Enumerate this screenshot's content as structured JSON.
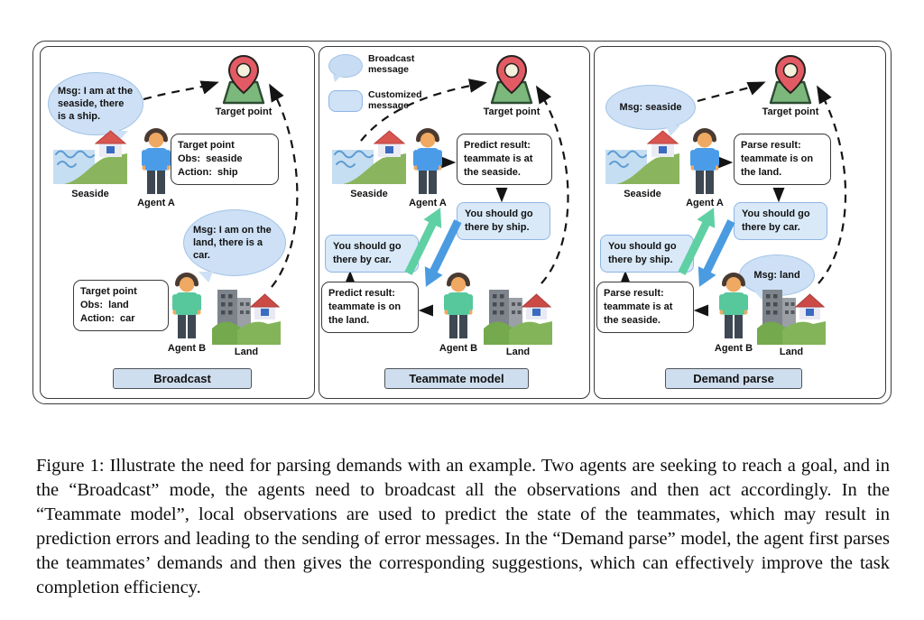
{
  "figure": {
    "common": {
      "target_label": "Target point",
      "seaside_label": "Seaside",
      "agent_a_label": "Agent A",
      "agent_b_label": "Agent B",
      "land_label": "Land"
    },
    "legend": {
      "broadcast": "Broadcast message",
      "customized": "Customized message"
    },
    "broadcast": {
      "title": "Broadcast",
      "bubble_a": "Msg: I am at the seaside, there is a ship.",
      "bubble_b": "Msg: I am on the land, there is a car.",
      "obs_a": {
        "l1": "Target point",
        "l2": "Obs:  seaside",
        "l3": "Action:  ship"
      },
      "obs_b": {
        "l1": "Target point",
        "l2": "Obs:  land",
        "l3": "Action:  car"
      }
    },
    "teammate": {
      "title": "Teammate model",
      "predict_a": "Predict result: teammate is at the seaside.",
      "msg_to_b": "You should go there by ship.",
      "msg_to_a": "You should go there by car.",
      "predict_b": "Predict result: teammate is on the land."
    },
    "demand": {
      "title": "Demand parse",
      "bubble_a": "Msg: seaside",
      "bubble_b": "Msg: land",
      "parse_a": "Parse result: teammate is on the land.",
      "msg_to_b": "You should go there by car.",
      "msg_to_a": "You should go there by ship.",
      "parse_b": "Parse result: teammate is at the seaside."
    },
    "colors": {
      "broadcast_bubble": "#cde0f5",
      "customized_box": "#d9e9f8",
      "panel_title_box": "#cfdeee",
      "arrow_green": "#5fd0a4",
      "arrow_blue": "#4b9be0",
      "pin_red": "#e25b64",
      "map_green": "#7cb87c",
      "agent_a_shirt": "#4b9ce8",
      "agent_b_shirt": "#57c79c"
    }
  },
  "caption": "Figure 1: Illustrate the need for parsing demands with an example. Two agents are seeking to reach a goal, and in the “Broadcast” mode, the agents need to broadcast all the observations and then act accordingly. In the “Teammate model”, local observations are used to predict the state of the teammates, which may result in prediction errors and leading to the sending of error messages. In the “Demand parse” model, the agent first parses the teammates’ demands and then gives the corresponding suggestions, which can effectively improve the task completion efficiency."
}
